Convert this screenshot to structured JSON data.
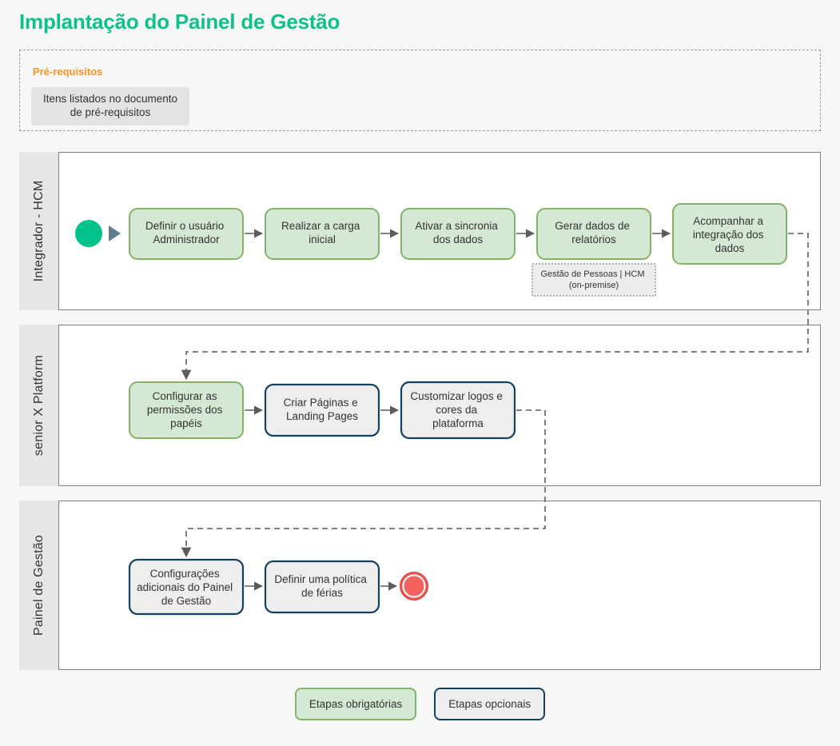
{
  "page": {
    "title": "Implantação do Painel de Gestão",
    "title_color": "#0ec08a",
    "background_color": "#f7f7f7"
  },
  "prerequisites": {
    "heading": "Pré-requisitos",
    "heading_color": "#f7941e",
    "item": "Itens listados no documento de pré-requisitos"
  },
  "lanes": [
    {
      "label": "Integrador - HCM",
      "tasks": [
        {
          "label": "Definir o usuário Administrador",
          "kind": "required"
        },
        {
          "label": "Realizar a carga inicial",
          "kind": "required"
        },
        {
          "label": "Ativar a sincronia dos dados",
          "kind": "required"
        },
        {
          "label": "Gerar dados de relatórios",
          "kind": "required"
        },
        {
          "label": "Acompanhar a integração dos dados",
          "kind": "required"
        }
      ],
      "note": "Gestão de Pessoas | HCM (on-premise)",
      "start_event": "start-event"
    },
    {
      "label": "senior X Platform",
      "tasks": [
        {
          "label": "Configurar as permissões dos papéis",
          "kind": "required"
        },
        {
          "label": "Criar Páginas e Landing Pages",
          "kind": "optional"
        },
        {
          "label": "Customizar logos e cores da plataforma",
          "kind": "optional"
        }
      ]
    },
    {
      "label": "Painel de Gestão",
      "tasks": [
        {
          "label": "Configurações adicionais do Painel de Gestão",
          "kind": "optional"
        },
        {
          "label": "Definir uma política de férias",
          "kind": "optional"
        }
      ],
      "end_event": "end-event"
    }
  ],
  "legend": {
    "required_label": "Etapas obrigatórias",
    "optional_label": "Etapas opcionais",
    "required_fill": "#d5e8d4",
    "required_border": "#82b366",
    "optional_fill": "#eeeeee",
    "optional_border": "#14415f"
  },
  "events": {
    "start_color": "#00c389",
    "end_color": "#f2615c"
  }
}
